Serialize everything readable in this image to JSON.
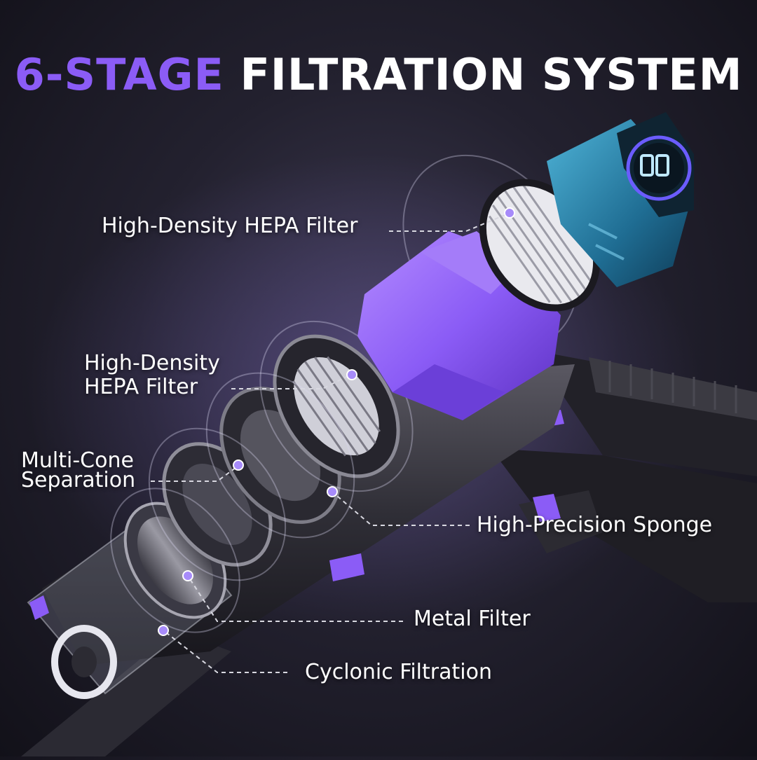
{
  "headline": {
    "accent_text": "6-STAGE",
    "rest_text": "FILTRATION SYSTEM",
    "accent_color": "#8b5cf6",
    "text_color": "#ffffff"
  },
  "callouts": [
    {
      "id": "hepa-filter-top",
      "lines": [
        "High-Density HEPA Filter"
      ]
    },
    {
      "id": "hepa-filter-mid",
      "lines": [
        "High-Density",
        "HEPA Filter"
      ]
    },
    {
      "id": "multi-cone",
      "lines": [
        "Multi-Cone",
        "Separation"
      ]
    },
    {
      "id": "sponge",
      "lines": [
        "High-Precision Sponge"
      ]
    },
    {
      "id": "metal-filter",
      "lines": [
        "Metal Filter"
      ]
    },
    {
      "id": "cyclonic",
      "lines": [
        "Cyclonic Filtration"
      ]
    }
  ],
  "colors": {
    "brand_purple": "#8b5cf6",
    "body_dark": "#2e2d36",
    "dustbin_blue": "#2a7fa8"
  }
}
